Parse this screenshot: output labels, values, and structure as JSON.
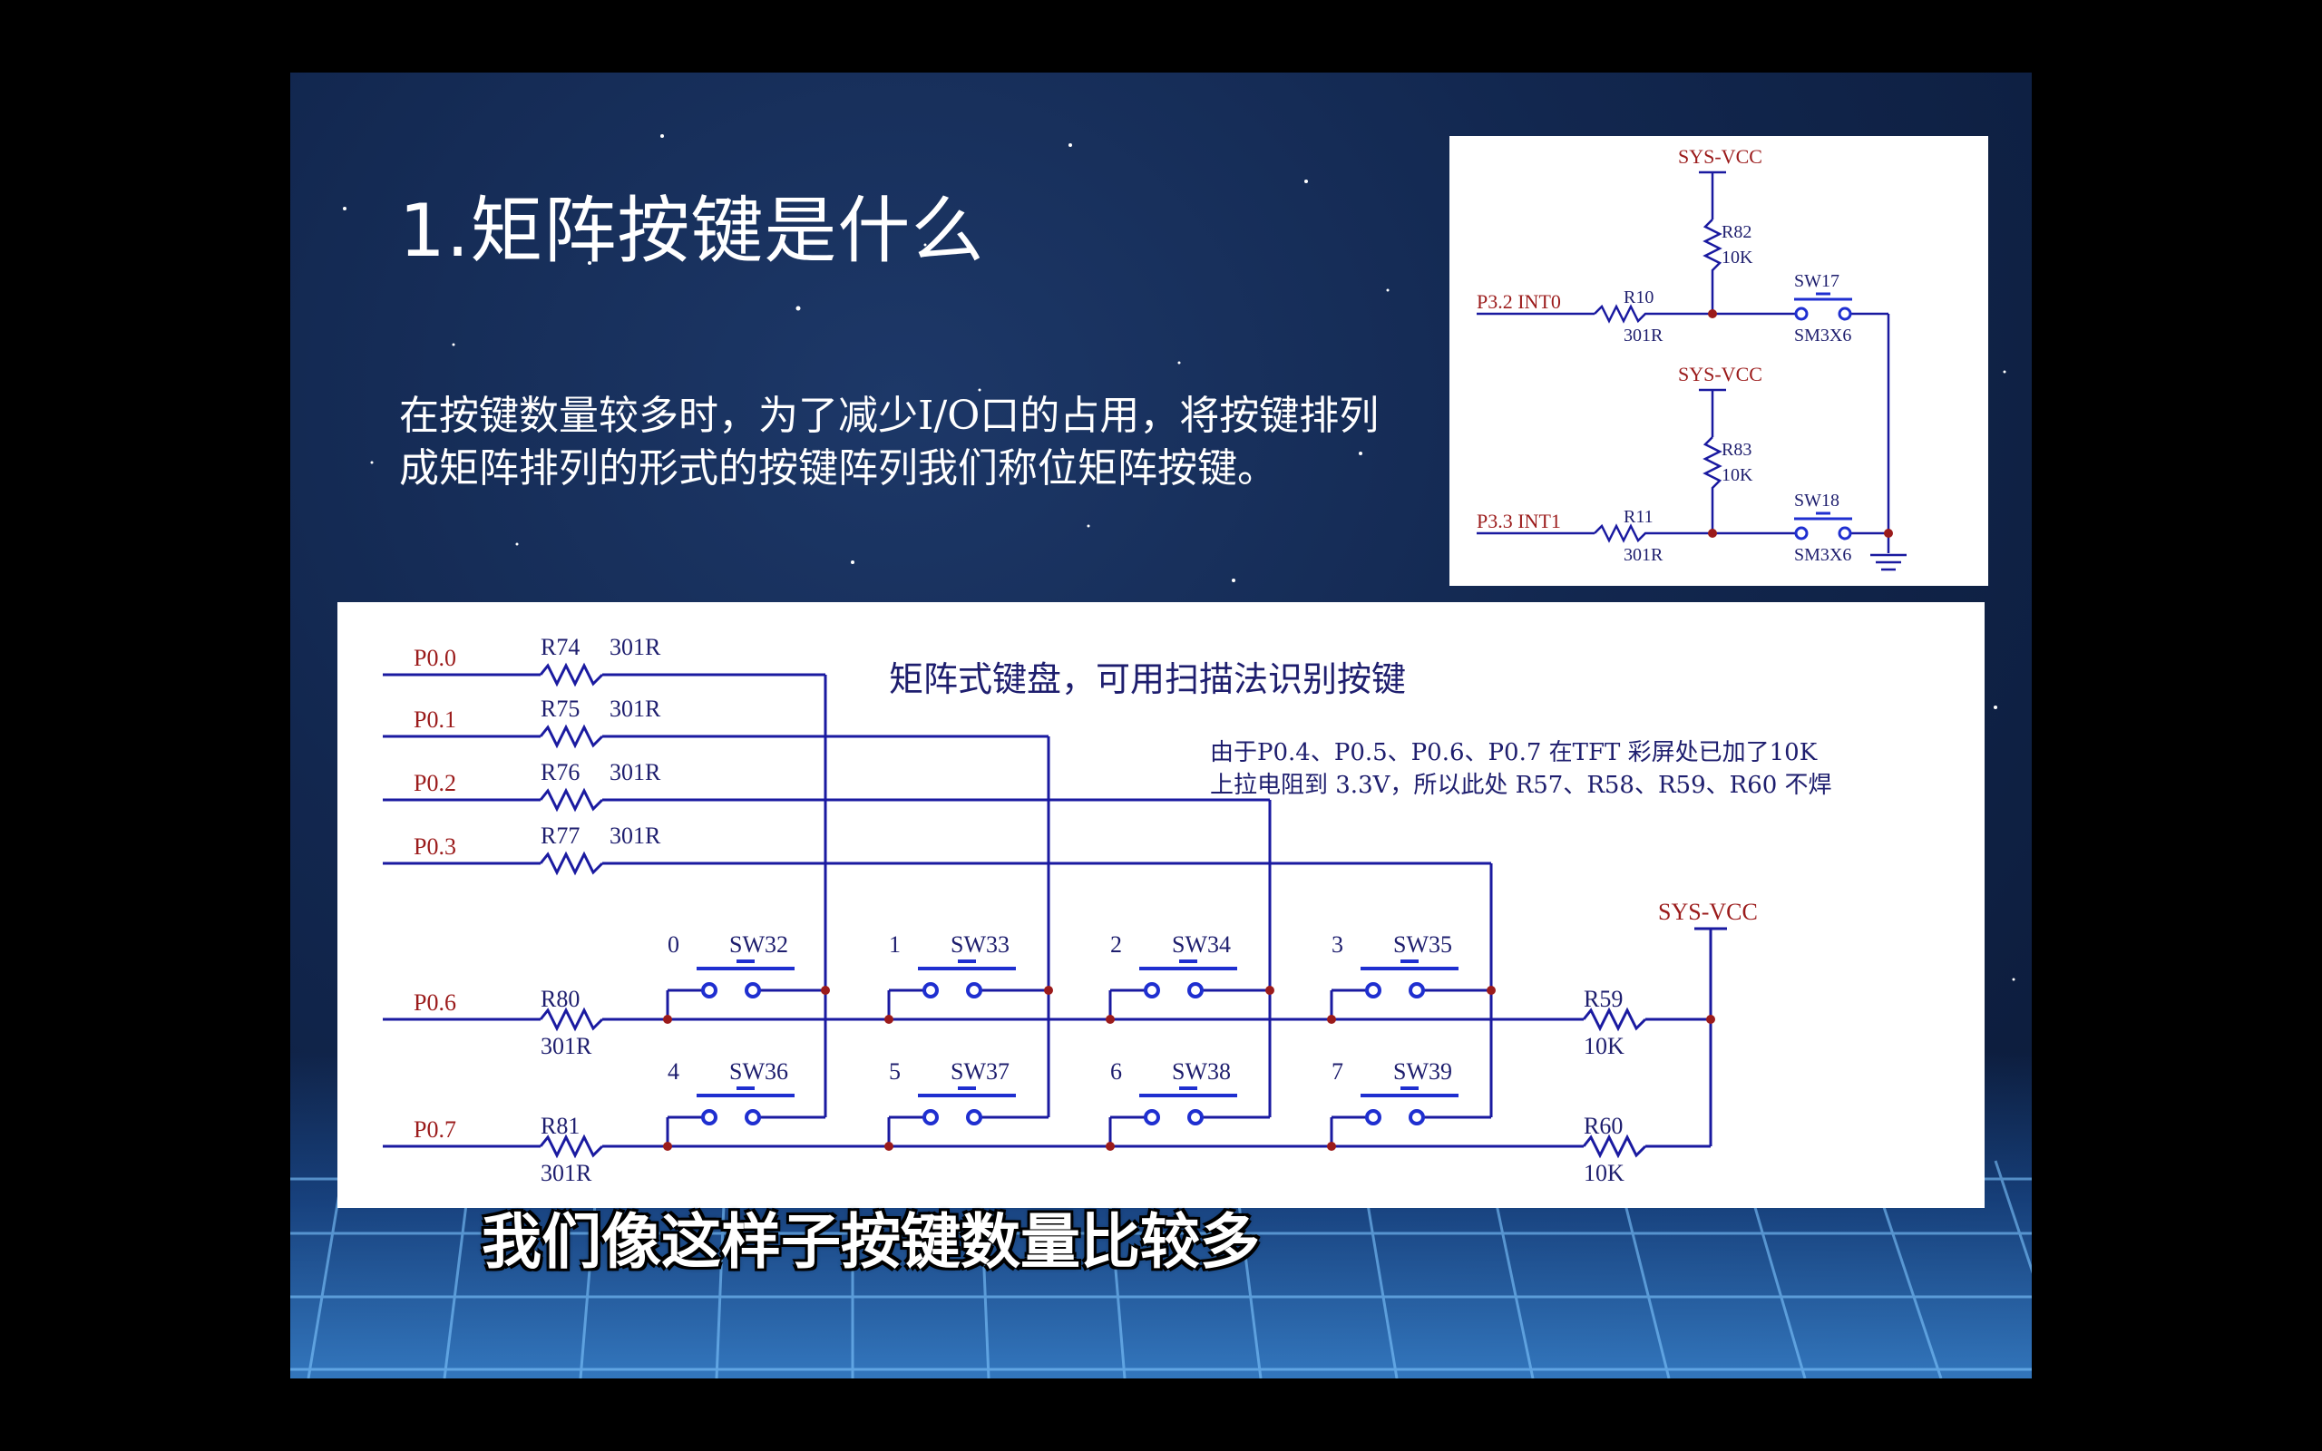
{
  "slide": {
    "title": "1.矩阵按键是什么",
    "body": "在按键数量较多时，为了减少I/O口的占用，将按键排列成矩阵排列的形式的按键阵列我们称位矩阵按键。"
  },
  "top_schematic": {
    "vcc1": "SYS-VCC",
    "r82": "R82",
    "r82_val": "10K",
    "net1": "P3.2 INT0",
    "r10": "R10",
    "r10_val": "301R",
    "sw17": "SW17",
    "sw17_type": "SM3X6",
    "vcc2": "SYS-VCC",
    "r83": "R83",
    "r83_val": "10K",
    "net2": "P3.3 INT1",
    "r11": "R11",
    "r11_val": "301R",
    "sw18": "SW18",
    "sw18_type": "SM3X6"
  },
  "main_schematic": {
    "heading": "矩阵式键盘，可用扫描法识别按键",
    "note_line1": "由于P0.4、P0.5、P0.6、P0.7 在TFT 彩屏处已加了10K",
    "note_line2": "上拉电阻到 3.3V，所以此处 R57、R58、R59、R60 不焊",
    "rows": [
      {
        "net": "P0.0",
        "res": "R74",
        "val": "301R"
      },
      {
        "net": "P0.1",
        "res": "R75",
        "val": "301R"
      },
      {
        "net": "P0.2",
        "res": "R76",
        "val": "301R"
      },
      {
        "net": "P0.3",
        "res": "R77",
        "val": "301R"
      }
    ],
    "p06": {
      "net": "P0.6",
      "res": "R80",
      "val": "301R"
    },
    "p07": {
      "net": "P0.7",
      "res": "R81",
      "val": "301R"
    },
    "switches_row1": [
      {
        "num": "0",
        "name": "SW32"
      },
      {
        "num": "1",
        "name": "SW33"
      },
      {
        "num": "2",
        "name": "SW34"
      },
      {
        "num": "3",
        "name": "SW35"
      }
    ],
    "switches_row2": [
      {
        "num": "4",
        "name": "SW36"
      },
      {
        "num": "5",
        "name": "SW37"
      },
      {
        "num": "6",
        "name": "SW38"
      },
      {
        "num": "7",
        "name": "SW39"
      }
    ],
    "vcc": "SYS-VCC",
    "r59": "R59",
    "r59_val": "10K",
    "r60": "R60",
    "r60_val": "10K"
  },
  "caption": "我们像这样子按键数量比较多",
  "colors": {
    "wire": "#1a1aa0",
    "net_label": "#9b1b1b",
    "switch": "#1f2fd0",
    "text": "#1e1e6e"
  }
}
